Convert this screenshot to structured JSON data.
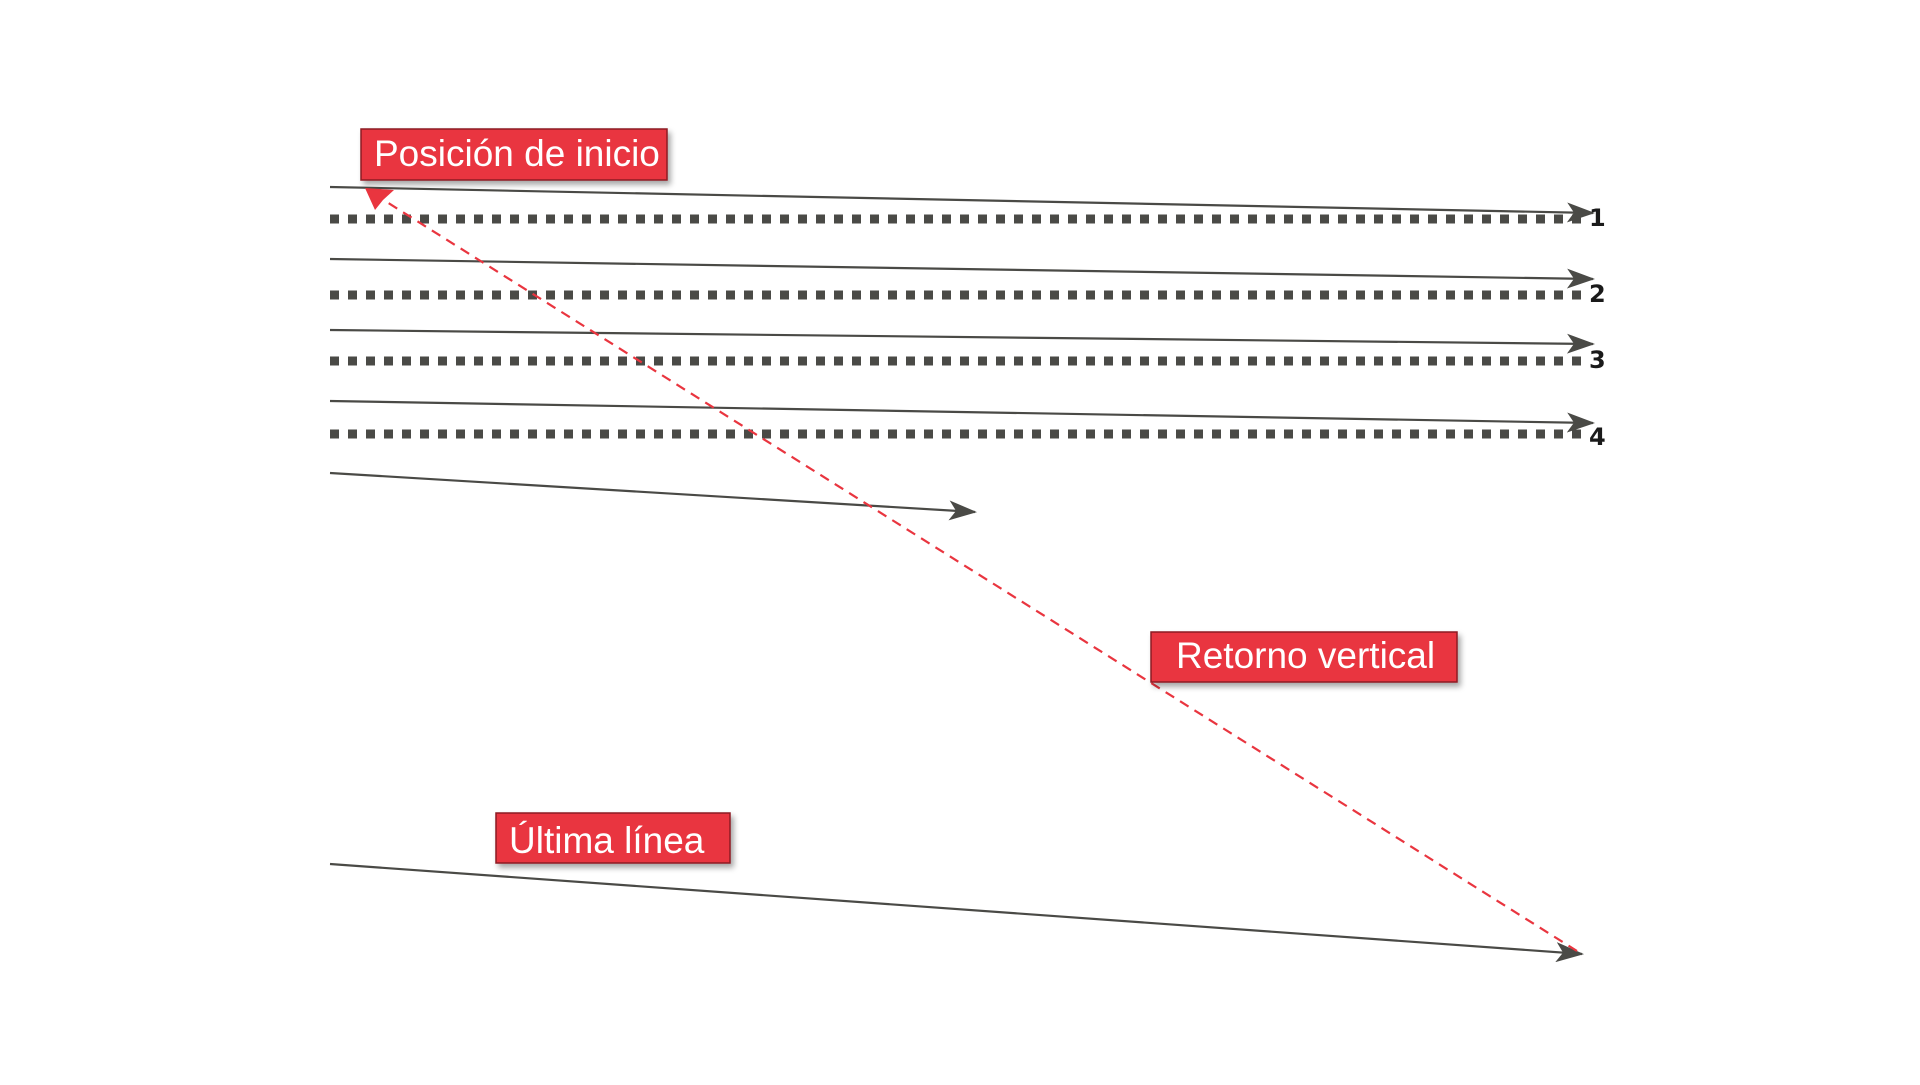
{
  "colors": {
    "line": "#4a4a46",
    "accent": "#e9353f",
    "label_text": "#ffffff",
    "number_text": "#1a1a1a"
  },
  "labels": {
    "start": "Posición de inicio",
    "vertical_return": "Retorno vertical",
    "last_line": "Última línea"
  },
  "line_numbers": [
    "1",
    "2",
    "3",
    "4"
  ]
}
